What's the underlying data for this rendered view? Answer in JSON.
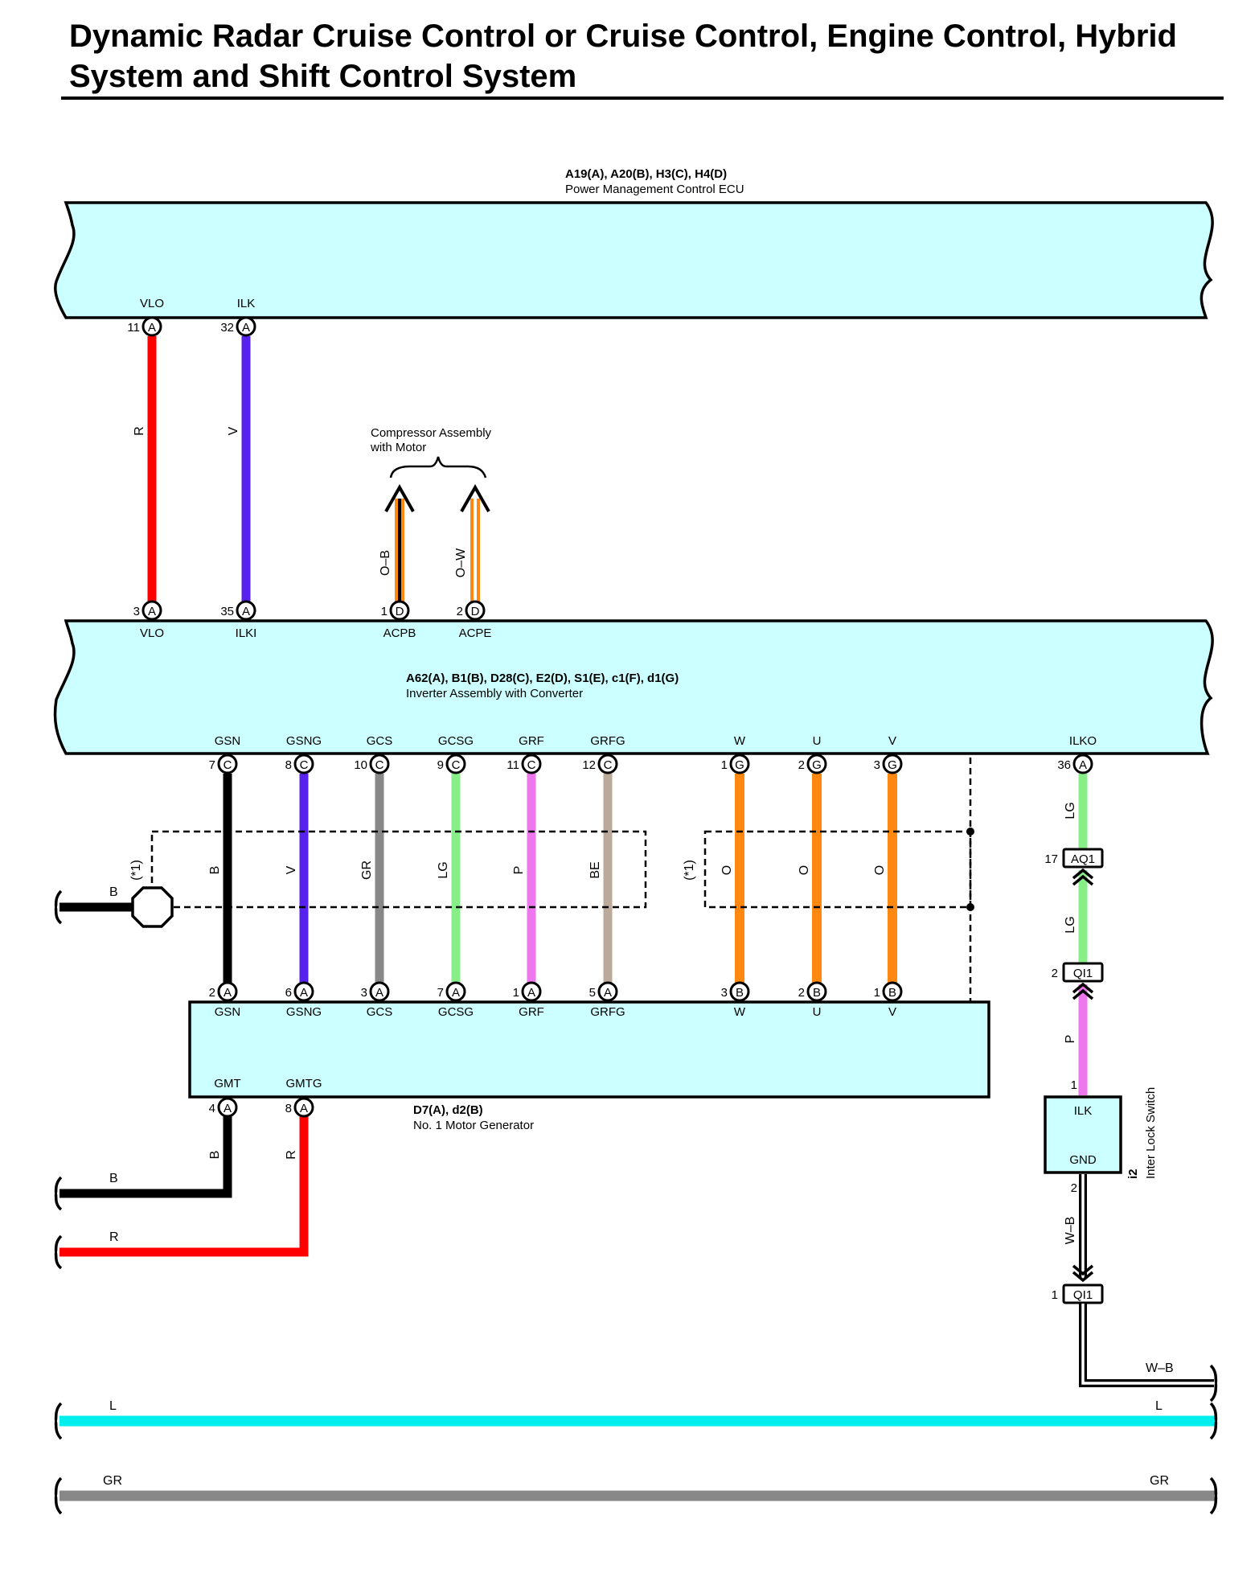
{
  "title": "Dynamic Radar Cruise Control or Cruise Control, Engine Control, Hybrid System and Shift Control System",
  "colors": {
    "connector_fill": "#ccffff",
    "R": "#ff0000",
    "V": "#5522ee",
    "B": "#000000",
    "GR": "#888888",
    "LG": "#88ee88",
    "P": "#ee77ee",
    "BE": "#bbaa99",
    "O": "#ff8811",
    "L": "#00eeee"
  },
  "ecu": {
    "codes": "A19(A), A20(B), H3(C), H4(D)",
    "name": "Power Management Control ECU",
    "pins": [
      {
        "num": "11",
        "conn": "A",
        "label": "VLO",
        "wire": "R",
        "wire_label": "R"
      },
      {
        "num": "32",
        "conn": "A",
        "label": "ILK",
        "wire": "V",
        "wire_label": "V"
      }
    ]
  },
  "compressor": {
    "name": "Compressor Assembly\nwith Motor",
    "wires": [
      "O–B",
      "O–W"
    ]
  },
  "inverter": {
    "codes": "A62(A), B1(B), D28(C), E2(D), S1(E), c1(F), d1(G)",
    "name": "Inverter Assembly with Converter",
    "top_pins": [
      {
        "num": "3",
        "conn": "A",
        "label": "VLO"
      },
      {
        "num": "35",
        "conn": "A",
        "label": "ILKI"
      },
      {
        "num": "1",
        "conn": "D",
        "label": "ACPB"
      },
      {
        "num": "2",
        "conn": "D",
        "label": "ACPE"
      }
    ],
    "bottom_pins": [
      {
        "num": "7",
        "conn": "C",
        "label": "GSN"
      },
      {
        "num": "8",
        "conn": "C",
        "label": "GSNG"
      },
      {
        "num": "10",
        "conn": "C",
        "label": "GCS"
      },
      {
        "num": "9",
        "conn": "C",
        "label": "GCSG"
      },
      {
        "num": "11",
        "conn": "C",
        "label": "GRF"
      },
      {
        "num": "12",
        "conn": "C",
        "label": "GRFG"
      },
      {
        "num": "1",
        "conn": "G",
        "label": "W"
      },
      {
        "num": "2",
        "conn": "G",
        "label": "U"
      },
      {
        "num": "3",
        "conn": "G",
        "label": "V"
      },
      {
        "num": "36",
        "conn": "A",
        "label": "ILKO"
      }
    ]
  },
  "sensor_wires": [
    "B",
    "V",
    "GR",
    "LG",
    "P",
    "BE"
  ],
  "phase_wires": [
    "O",
    "O",
    "O"
  ],
  "shield_note": "(*1)",
  "shield_ground_wire": "B",
  "generator": {
    "codes": "D7(A), d2(B)",
    "name": "No.  1 Motor Generator",
    "top_pins": [
      {
        "num": "2",
        "conn": "A",
        "label": "GSN"
      },
      {
        "num": "6",
        "conn": "A",
        "label": "GSNG"
      },
      {
        "num": "3",
        "conn": "A",
        "label": "GCS"
      },
      {
        "num": "7",
        "conn": "A",
        "label": "GCSG"
      },
      {
        "num": "1",
        "conn": "A",
        "label": "GRF"
      },
      {
        "num": "5",
        "conn": "A",
        "label": "GRFG"
      },
      {
        "num": "3",
        "conn": "B",
        "label": "W"
      },
      {
        "num": "2",
        "conn": "B",
        "label": "U"
      },
      {
        "num": "1",
        "conn": "B",
        "label": "V"
      }
    ],
    "bottom_pins": [
      {
        "num": "4",
        "conn": "A",
        "label": "GMT",
        "wire_label": "B"
      },
      {
        "num": "8",
        "conn": "A",
        "label": "GMTG",
        "wire_label": "R"
      }
    ]
  },
  "interlock_chain": {
    "wire_1": "LG",
    "junction_1": {
      "num": "17",
      "label": "AQ1"
    },
    "wire_2": "LG",
    "junction_2": {
      "num": "2",
      "label": "QI1"
    },
    "wire_3": "P",
    "switch_pin_in": "1"
  },
  "interlock_switch": {
    "code": "i2",
    "name": "Inter Lock Switch",
    "term_top": "ILK",
    "term_bottom": "GND",
    "pin_out": "2",
    "wire_out": "W–B",
    "junction_3": {
      "num": "1",
      "label": "QI1"
    },
    "wire_to_bus": "W–B"
  },
  "bus_lines": [
    {
      "left_label": "B"
    },
    {
      "left_label": "R"
    },
    {
      "left_label": "L",
      "right_label": "L"
    },
    {
      "left_label": "GR",
      "right_label": "GR"
    }
  ]
}
